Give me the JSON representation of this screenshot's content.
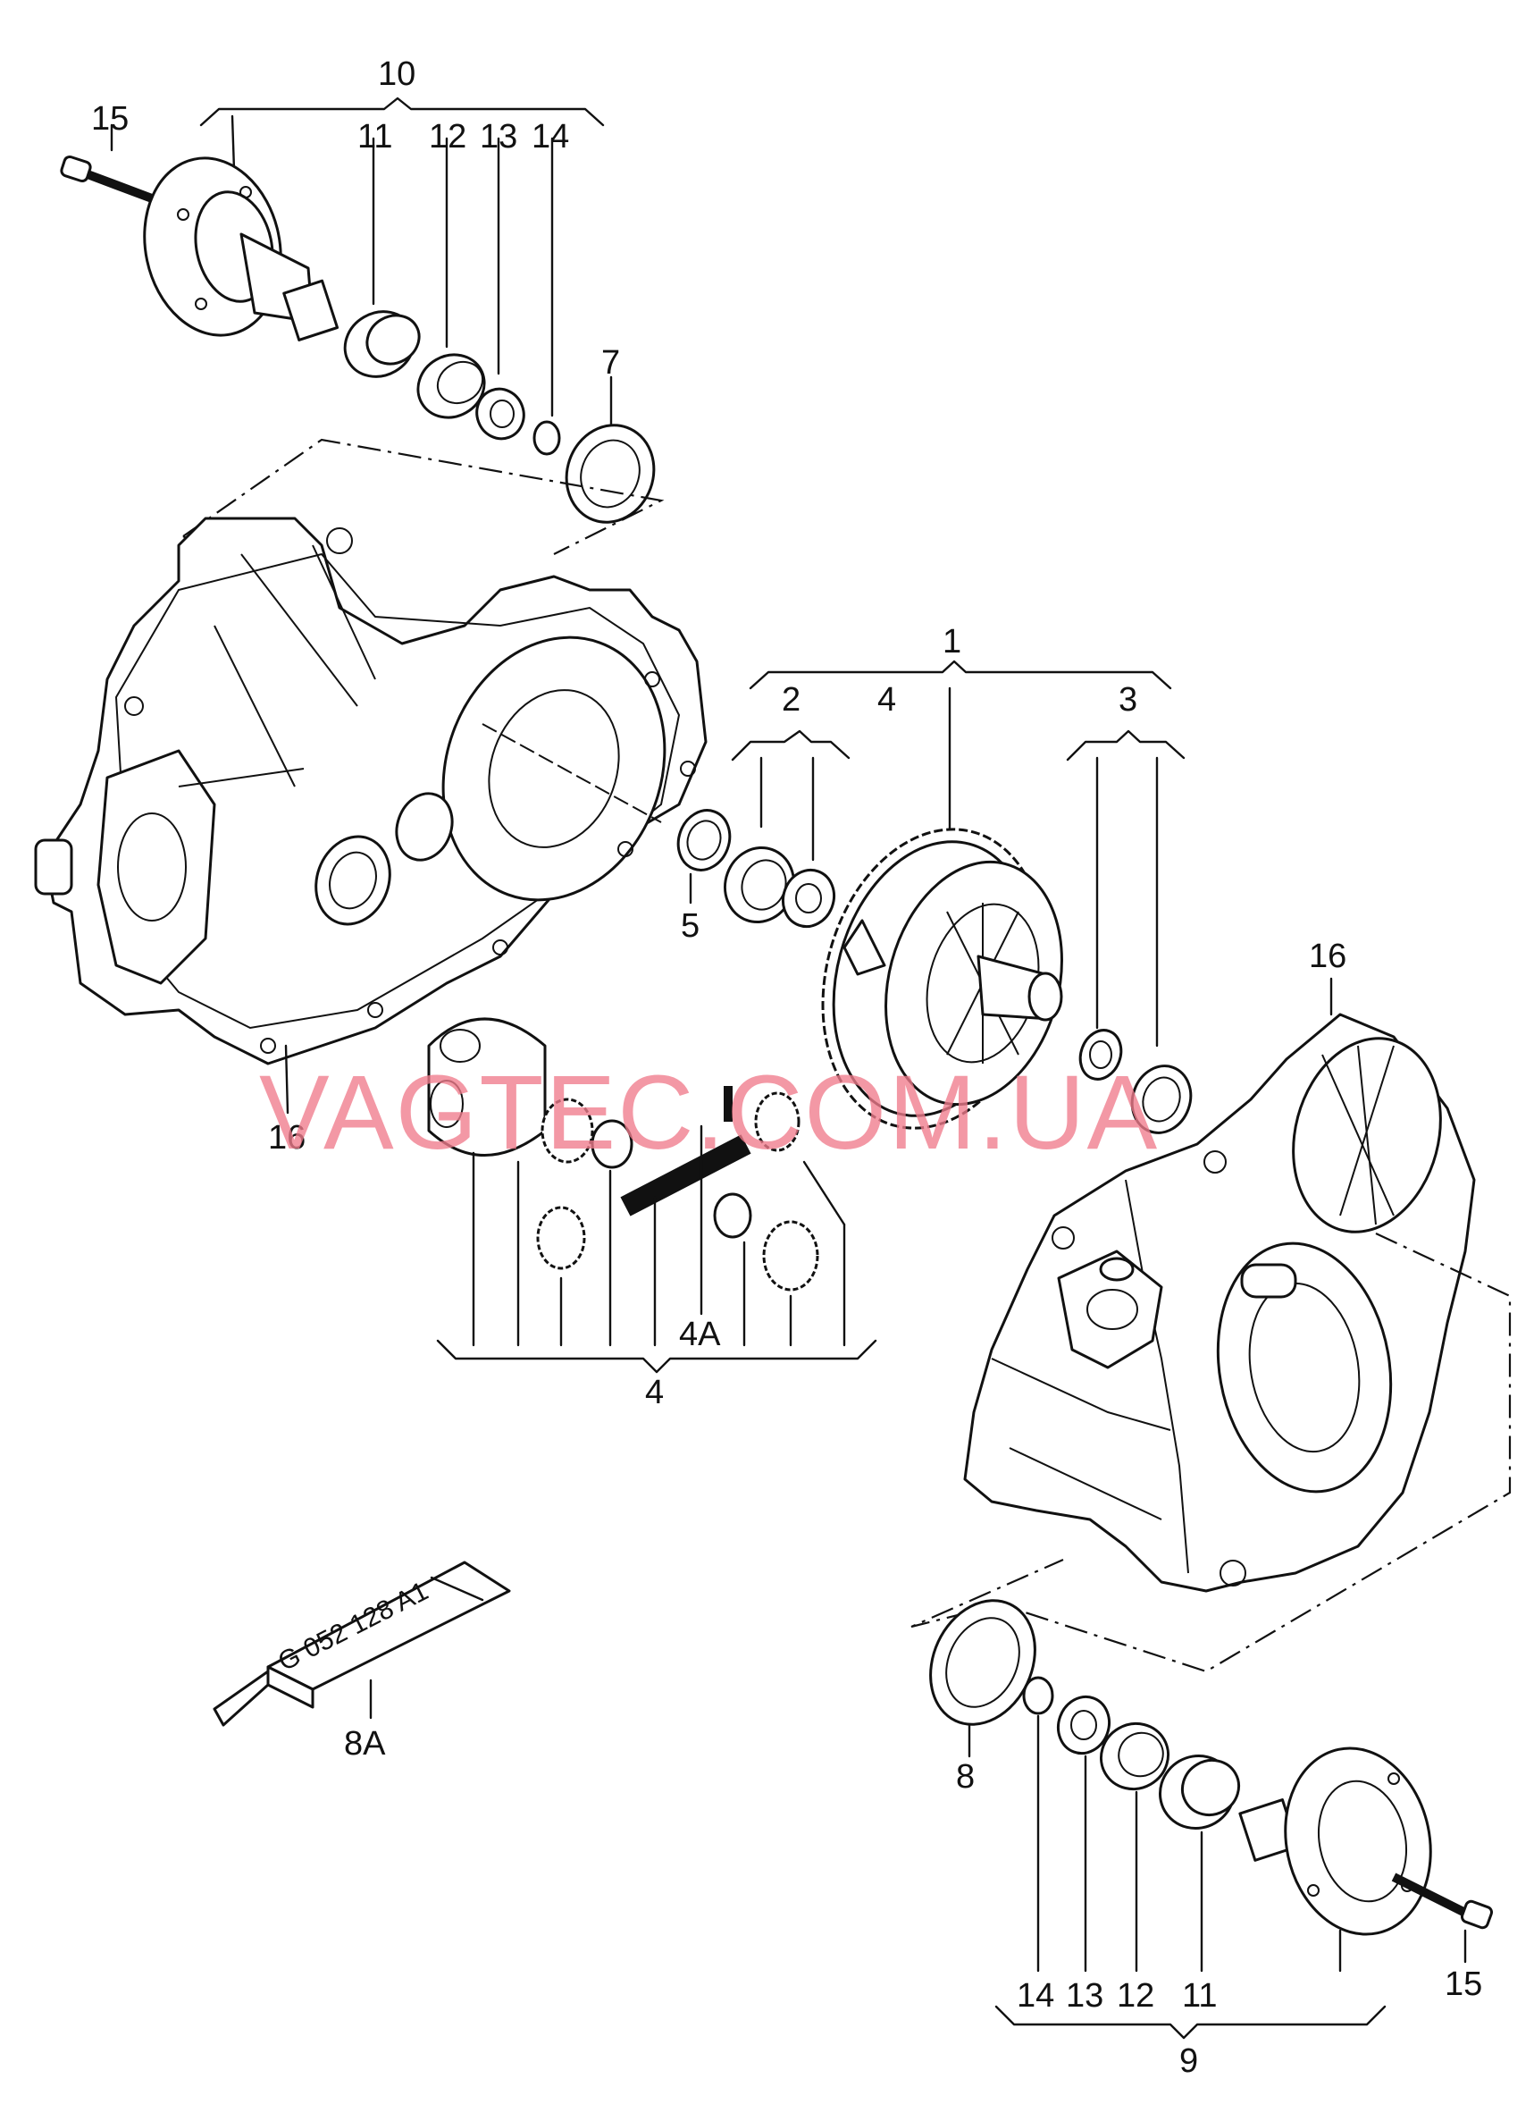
{
  "labels": {
    "l10": "10",
    "l15_top": "15",
    "l11_top": "11",
    "l12_top": "12",
    "l13_top": "13",
    "l14_top": "14",
    "l7": "7",
    "l1": "1",
    "l2": "2",
    "l4_top": "4",
    "l3": "3",
    "l5": "5",
    "l16_right": "16",
    "l16_left": "16",
    "l4a": "4A",
    "l4_bottom": "4",
    "l8a": "8A",
    "l8": "8",
    "l14_bot": "14",
    "l13_bot": "13",
    "l12_bot": "12",
    "l11_bot": "11",
    "l15_bot": "15",
    "l9": "9"
  },
  "tube_text": "G 052 128 A1",
  "watermark": "VAGTEC.COM.UA",
  "colors": {
    "line": "#111111",
    "watermark": "#f07c8c",
    "background": "#ffffff"
  }
}
